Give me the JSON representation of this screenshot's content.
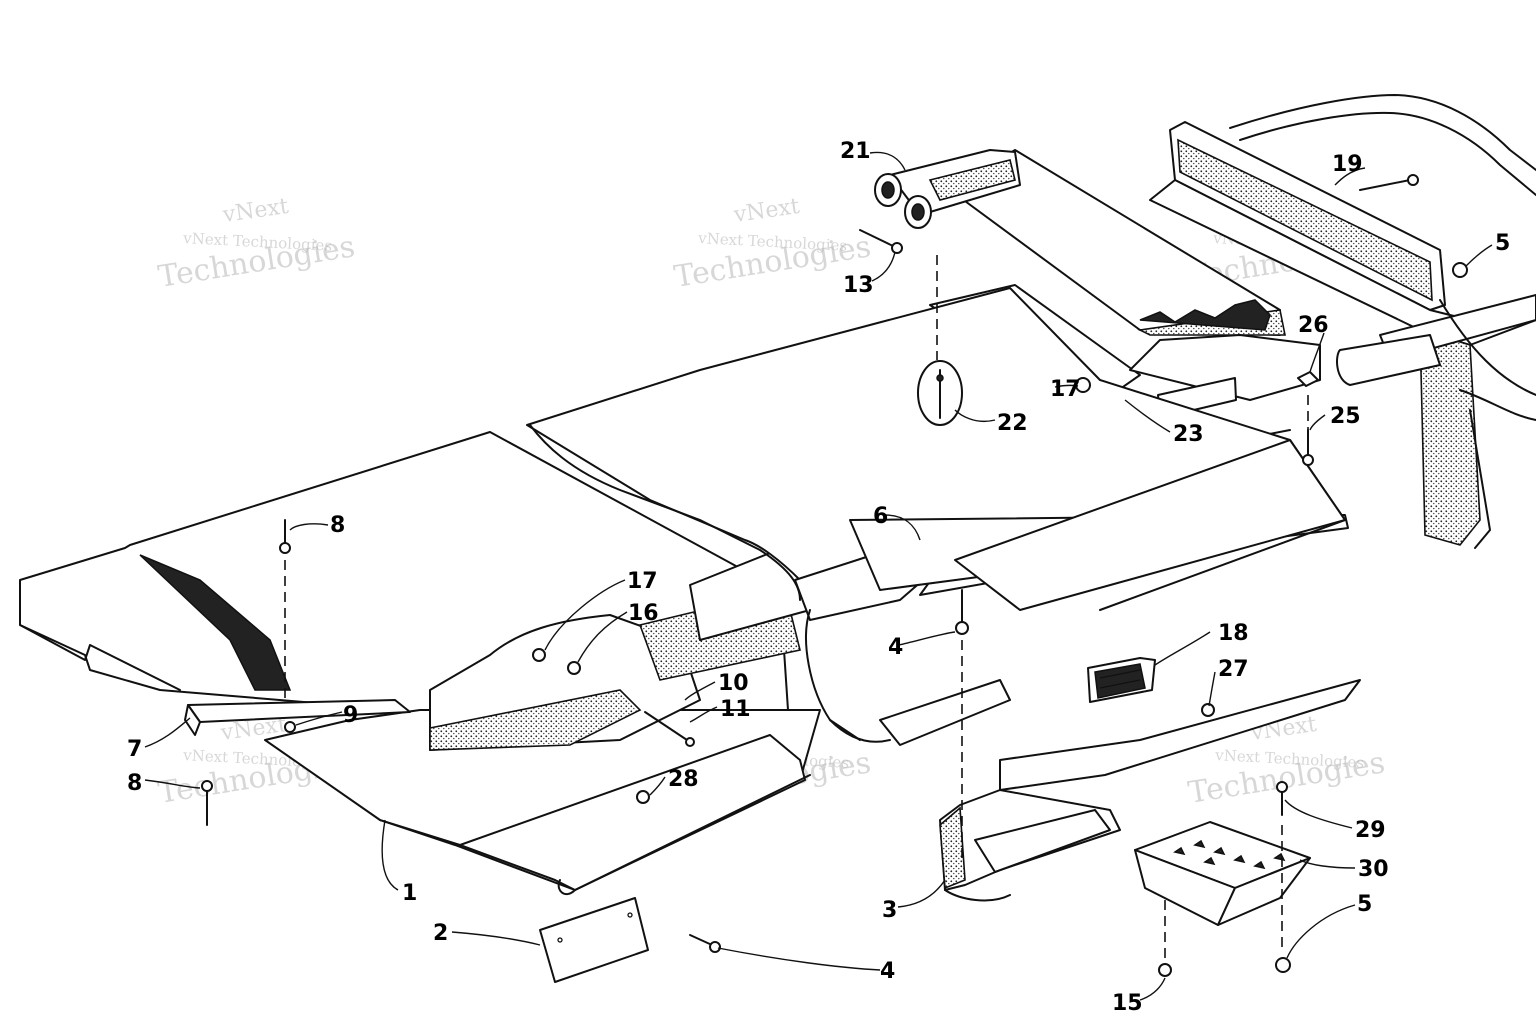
{
  "diagram": {
    "callouts": [
      {
        "number": "1",
        "part": "floorboard"
      },
      {
        "number": "2",
        "part": "plate"
      },
      {
        "number": "3",
        "part": "footrest-bracket"
      },
      {
        "number": "4",
        "part": "rivet"
      },
      {
        "number": "4",
        "part": "rivet"
      },
      {
        "number": "5",
        "part": "nut"
      },
      {
        "number": "5",
        "part": "nut"
      },
      {
        "number": "6",
        "part": "side-rail"
      },
      {
        "number": "7",
        "part": "channel-bracket"
      },
      {
        "number": "8",
        "part": "rivet"
      },
      {
        "number": "8",
        "part": "rivet"
      },
      {
        "number": "9",
        "part": "washer"
      },
      {
        "number": "10",
        "part": "support"
      },
      {
        "number": "11",
        "part": "screw"
      },
      {
        "number": "13",
        "part": "rivet"
      },
      {
        "number": "15",
        "part": "screw"
      },
      {
        "number": "16",
        "part": "washer"
      },
      {
        "number": "17",
        "part": "nut"
      },
      {
        "number": "17",
        "part": "nut"
      },
      {
        "number": "18",
        "part": "reflector"
      },
      {
        "number": "19",
        "part": "bolt"
      },
      {
        "number": "21",
        "part": "tunnel-flaps"
      },
      {
        "number": "22",
        "part": "fastener"
      },
      {
        "number": "23",
        "part": "bracket"
      },
      {
        "number": "25",
        "part": "screw"
      },
      {
        "number": "26",
        "part": "nut"
      },
      {
        "number": "27",
        "part": "plug"
      },
      {
        "number": "28",
        "part": "plug"
      },
      {
        "number": "29",
        "part": "screw"
      },
      {
        "number": "30",
        "part": "footrest"
      }
    ]
  },
  "watermark": {
    "lines": [
      "vNext",
      "vNext Technologies",
      "Technologies"
    ],
    "color": "#b8b8b8"
  }
}
